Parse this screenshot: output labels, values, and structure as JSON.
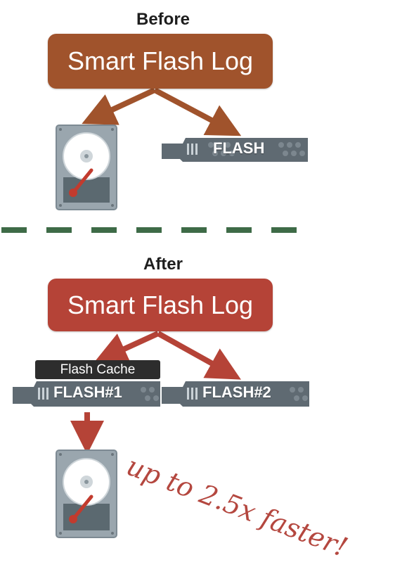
{
  "before": {
    "heading": "Before",
    "log_label": "Smart Flash Log",
    "flash_label": "FLASH"
  },
  "after": {
    "heading": "After",
    "log_label": "Smart Flash Log",
    "cache_tag": "Flash Cache",
    "flash1_label": "FLASH#1",
    "flash2_label": "FLASH#2",
    "speed_note": "up to 2.5x faster!"
  },
  "colors": {
    "before_box": "#a0532c",
    "after_box": "#b54337",
    "divider": "#3e6b47",
    "disk_body": "#9aa6ae",
    "flash_card": "#5f6a72"
  },
  "icons": [
    "hard-disk-icon",
    "flash-card-icon",
    "arrow-icon"
  ]
}
